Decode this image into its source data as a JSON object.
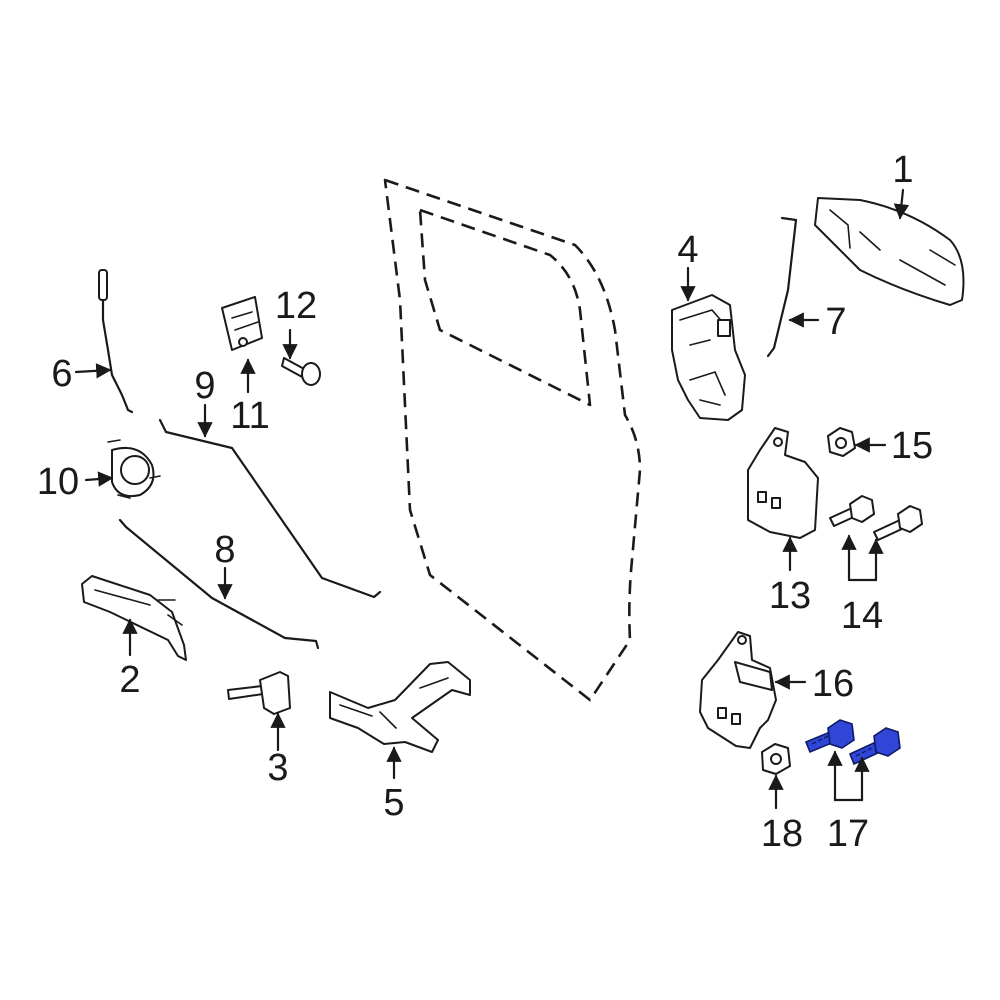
{
  "diagram": {
    "highlight_color": "#2f46d6",
    "line_color": "#1a1a1a",
    "background": "#ffffff",
    "callouts": {
      "c1": "1",
      "c2": "2",
      "c3": "3",
      "c4": "4",
      "c5": "5",
      "c6": "6",
      "c7": "7",
      "c8": "8",
      "c9": "9",
      "c10": "10",
      "c11": "11",
      "c12": "12",
      "c13": "13",
      "c14": "14",
      "c15": "15",
      "c16": "16",
      "c17": "17",
      "c18": "18"
    }
  }
}
